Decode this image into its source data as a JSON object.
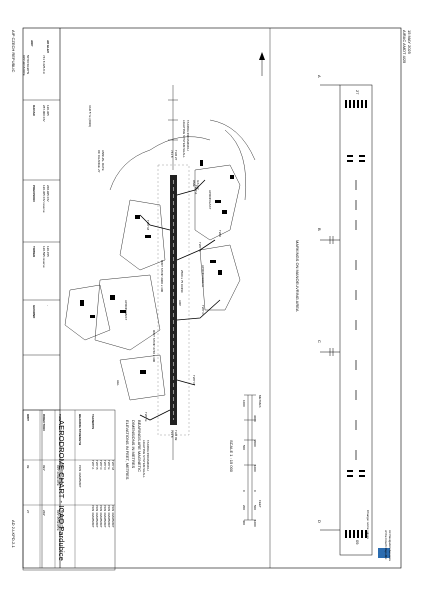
{
  "header": {
    "page_id": "AD 2-LKPD-2-1",
    "country": "AIP CZECH REPUBLIC",
    "amdt_date": "15 MAY 2025",
    "amdt": "AIRAC AMDT 4/25"
  },
  "title": {
    "main": "AERODROME CHART - ICAO  Pardubice",
    "var_label": "ANNUAL RATE\nOF CHANGE +5'",
    "var_value": "VAR 5° E (2020)"
  },
  "info_table": {
    "arp_label": "ARP",
    "arp_coords": "50°00'49.98\"N\n015°44'18.86\"E",
    "elev_label": "AD ELEV",
    "elev_value": "741 ft  225.8 m",
    "radar_label": "RADAR",
    "radar_freqs": "120.305\n287.000 CIV",
    "precision_label": "PRECISION",
    "precision_freqs": "268.925 CIV\n120.305 CIV reserve",
    "tower_label": "TOWER",
    "tower_freqs": "120.155\n120.595 reserve",
    "ground_label": "GROUND",
    "ground_value": "-"
  },
  "rwy_table": {
    "headers": [
      "RWY",
      "DIRECTION",
      "THR",
      "BEARING STRENGTH"
    ],
    "rows": [
      [
        "09",
        "093°",
        "50°00'52.25\"N\n015°43'09.30\"E",
        "PCN 44/R/B/W/T"
      ],
      [
        "27",
        "269°",
        "50°00'48.57\"N\n015°45'52.95\"E",
        ""
      ]
    ],
    "twy_label": "TAXIWAYS",
    "twy_rows": [
      "TWY A",
      "TWY B",
      "TWY C",
      "TWY D",
      "TWY E",
      "TWY M"
    ],
    "twy_pcn": [
      "PCN 44/R/B/W/T",
      "PCN 44/R/B/W/T",
      "PCN 44/R/B/W/T",
      "PCN 44/R/B/W/T",
      "PCN 44/R/B/W/T",
      "PCN 44/R/B/W/T"
    ]
  },
  "notes": [
    "ELEVATIONS IN FEET, METRES",
    "DIMENSIONS IN METRES",
    "BEARINGS ARE MAGNETIC"
  ],
  "scale": {
    "label": "SCALE   1 : 15 000",
    "metres_label": "METRES",
    "feet_label": "FEET",
    "metre_ticks": [
      "400",
      "200",
      "0",
      "500",
      "1000"
    ],
    "feet_ticks": [
      "1000",
      "500",
      "0",
      "1000",
      "2000",
      "3000"
    ]
  },
  "chart_labels": {
    "apron_east": "APRON EAST",
    "apron_west": "APRON WEST",
    "apron_north": "APRON NORTH",
    "rwy_strip": "RWY STRIP 2900 x 300",
    "rwy_dims": "2500 x 75 CONC",
    "rwy_strip_2": "RWY STRIP 2740 x 300",
    "twy_a": "TWY A",
    "twy_b": "TWY B",
    "twy_c": "TWY C",
    "twy_d": "TWY D",
    "twy_e": "TWY E",
    "twy_m": "TWY M",
    "twr": "TWR",
    "arp": "ARP",
    "hel": "HEL",
    "rwy_09_thr": "THR 09\n733 ft",
    "rwy_27_thr": "THR 27\n741 ft",
    "left_note": "TAXIING INFRAMUCH\nLIGHTING SYSTEM SHALL",
    "right_note": "TAXIING INFRAMUCH\nLIGHTING SYSTEM SHALL",
    "right_box": "ILS 09/\nDME"
  },
  "markings": {
    "title": "MARKINGS ON MANOEUVRING AREA",
    "labels": [
      "A",
      "B",
      "C",
      "D"
    ],
    "rwy_left": "09",
    "rwy_right": "27"
  },
  "footer": {
    "change_note": "Change:  some values",
    "publisher": "Air Navigation Services\nof the Czech Republic"
  },
  "colors": {
    "ink": "#000000",
    "paper": "#ffffff",
    "runway": "#222222",
    "logo": "#2b6cb0"
  }
}
